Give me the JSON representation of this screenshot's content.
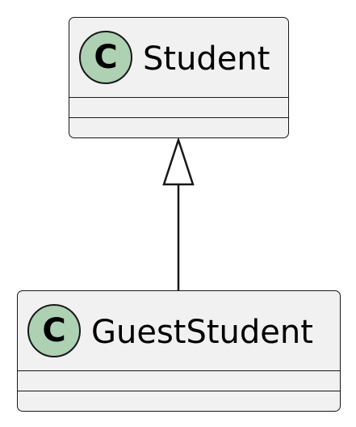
{
  "diagram": {
    "type": "uml-class-diagram",
    "classes": [
      {
        "id": "student",
        "name": "Student",
        "stereotype_letter": "C"
      },
      {
        "id": "guest",
        "name": "GuestStudent",
        "stereotype_letter": "C"
      }
    ],
    "relations": [
      {
        "from": "GuestStudent",
        "to": "Student",
        "kind": "generalization"
      }
    ],
    "colors": {
      "box_fill": "#f1f1f1",
      "border": "#181818",
      "badge_fill": "#add1b2"
    },
    "icons": {
      "class_badge": "class-c-icon",
      "arrow_head": "hollow-triangle-arrow"
    }
  }
}
